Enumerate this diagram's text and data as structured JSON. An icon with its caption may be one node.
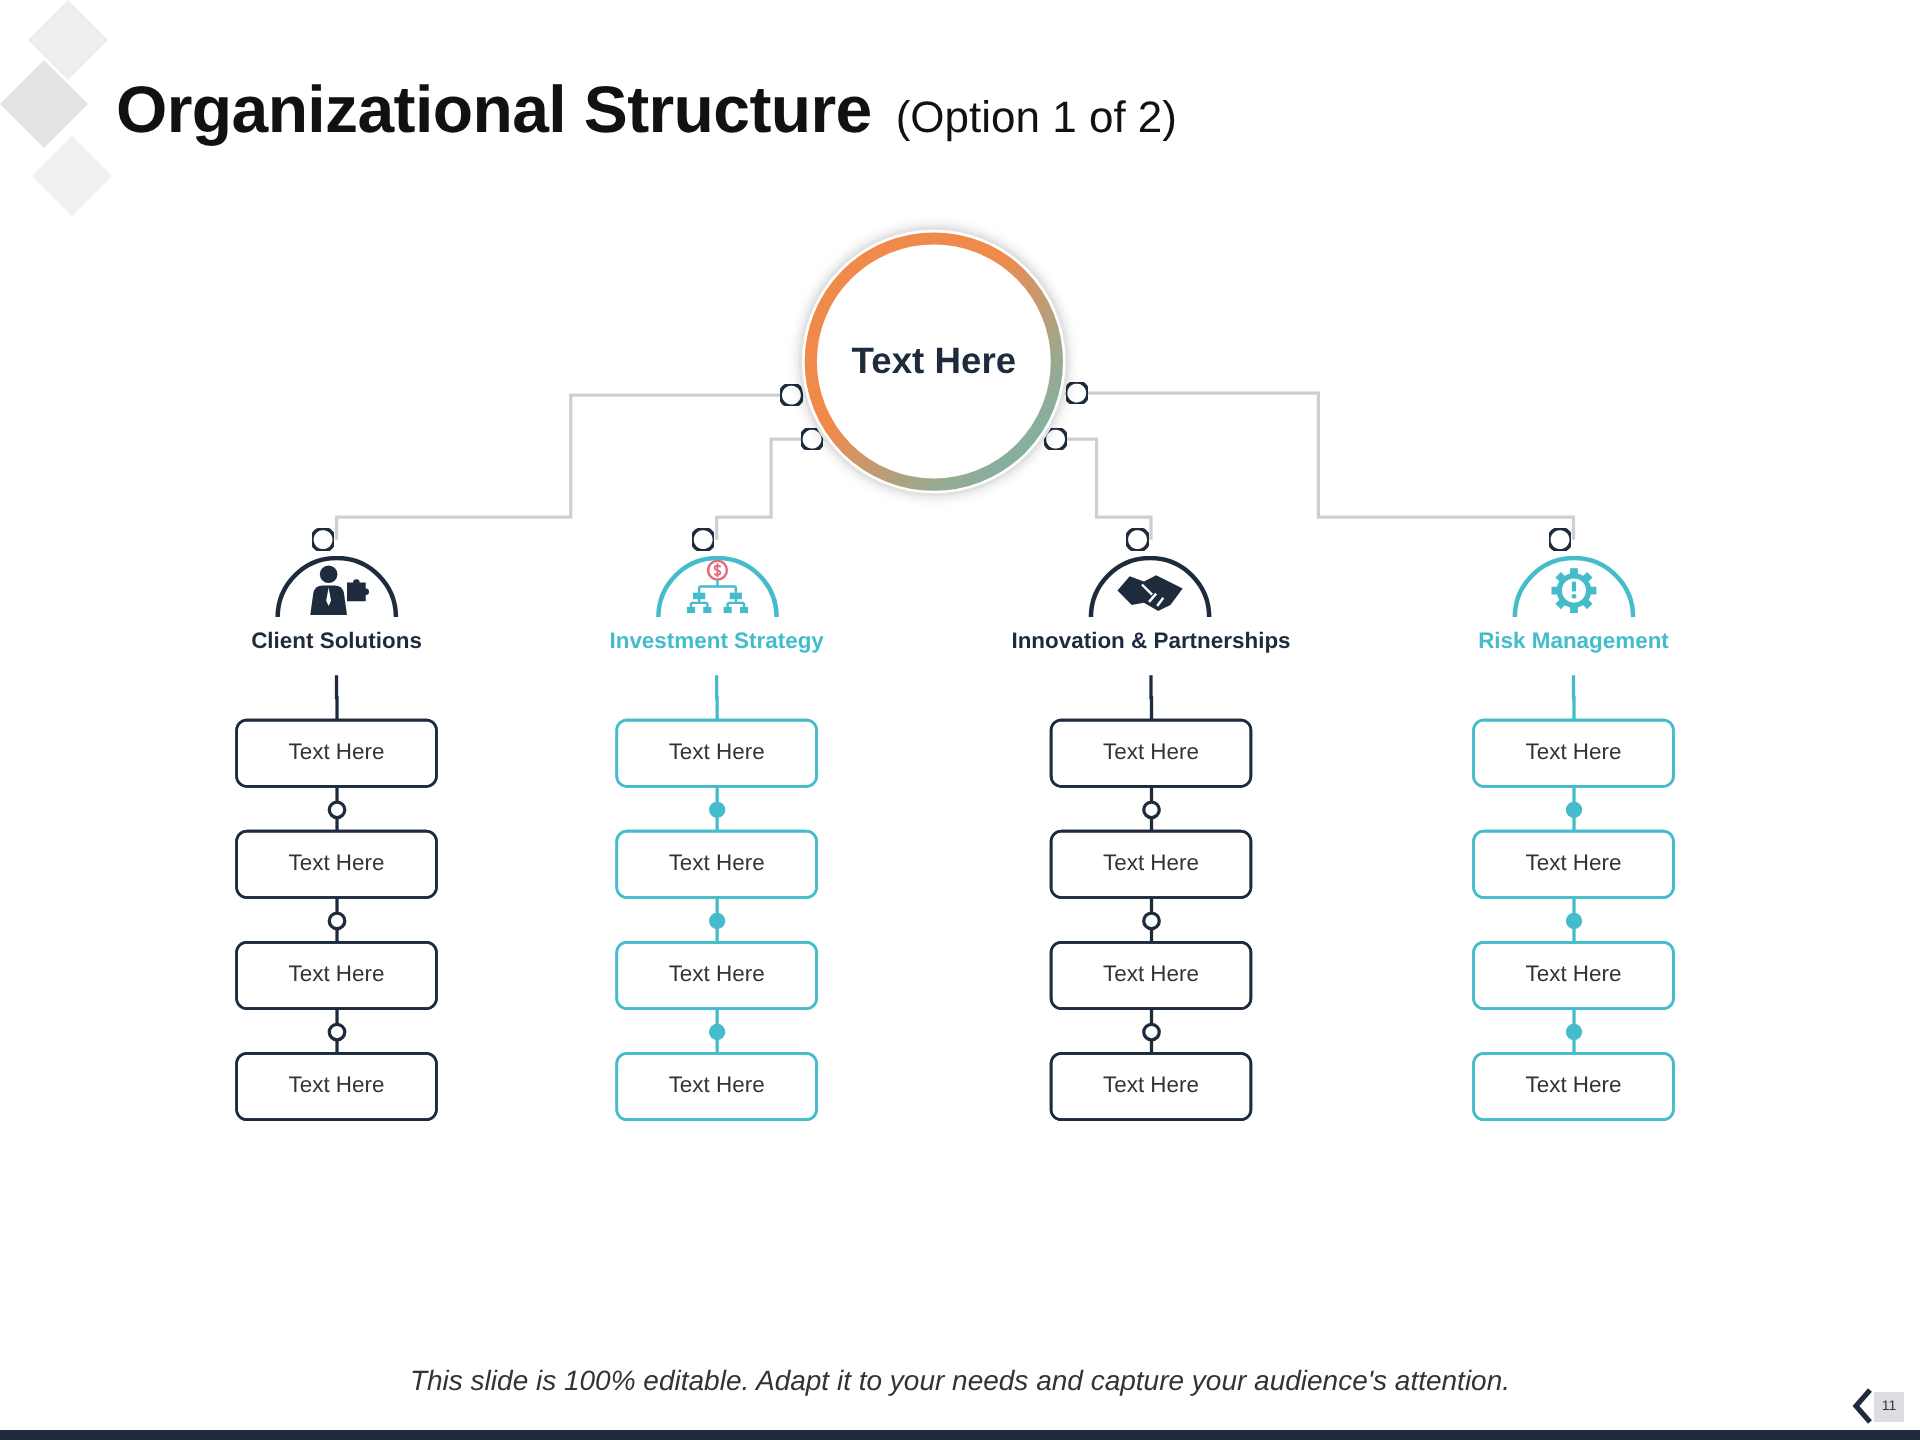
{
  "diagram": {
    "title": "Organizational Structure",
    "caption": "This slide is 100% editable.  Adapt it to your needs and capture your audience's attention.",
    "nodes": [
      {
        "text": [
          "Text Here"
        ]
      },
      {
        "text": [
          "Client Solutions"
        ]
      },
      {
        "text": [
          "Text Here"
        ]
      },
      {
        "text": [
          "Text Here"
        ]
      },
      {
        "text": [
          "Text Here"
        ]
      },
      {
        "text": [
          "Text Here"
        ]
      },
      {
        "text": [
          "Investment Strategy"
        ]
      },
      {
        "text": [
          "Text Here"
        ]
      },
      {
        "text": [
          "Text Here"
        ]
      },
      {
        "text": [
          "Text Here"
        ]
      },
      {
        "text": [
          "Text Here"
        ]
      },
      {
        "text": [
          "Innovation & Partnerships"
        ]
      },
      {
        "text": [
          "Text Here"
        ]
      },
      {
        "text": [
          "Text Here"
        ]
      },
      {
        "text": [
          "Text Here"
        ]
      },
      {
        "text": [
          "Text Here"
        ]
      },
      {
        "text": [
          "Risk Management"
        ]
      },
      {
        "text": [
          "Text Here"
        ]
      },
      {
        "text": [
          "Text Here"
        ]
      },
      {
        "text": [
          "Text Here"
        ]
      },
      {
        "text": [
          "Text Here"
        ]
      }
    ],
    "edges": [
      {
        "from": 0,
        "to": 1,
        "arrow": "other",
        "color": "#cfcfcf"
      },
      {
        "from": 1,
        "to": 2,
        "arrow": "none"
      },
      {
        "from": 2,
        "to": 3,
        "arrow": "none"
      },
      {
        "from": 3,
        "to": 4,
        "arrow": "none"
      },
      {
        "from": 4,
        "to": 5,
        "arrow": "none"
      },
      {
        "from": 0,
        "to": 6,
        "arrow": "other",
        "color": "#cfcfcf"
      },
      {
        "from": 6,
        "to": 7,
        "arrow": "none",
        "color": "#45bccb"
      },
      {
        "from": 7,
        "to": 8,
        "arrow": "none",
        "color": "#45bccb"
      },
      {
        "from": 8,
        "to": 9,
        "arrow": "none",
        "color": "#45bccb"
      },
      {
        "from": 9,
        "to": 10,
        "arrow": "none",
        "color": "#45bccb"
      },
      {
        "from": 0,
        "to": 11,
        "arrow": "other",
        "color": "#cfcfcf"
      },
      {
        "from": 11,
        "to": 12,
        "arrow": "none"
      },
      {
        "from": 12,
        "to": 13,
        "arrow": "none"
      },
      {
        "from": 13,
        "to": 14,
        "arrow": "none"
      },
      {
        "from": 14,
        "to": 15,
        "arrow": "none"
      },
      {
        "from": 0,
        "to": 16,
        "arrow": "other",
        "color": "#cfcfcf"
      },
      {
        "from": 16,
        "to": 17,
        "arrow": "none",
        "color": "#45bccb"
      },
      {
        "from": 17,
        "to": 18,
        "arrow": "none",
        "color": "#45bccb"
      },
      {
        "from": 18,
        "to": 19,
        "arrow": "none",
        "color": "#45bccb"
      },
      {
        "from": 19,
        "to": 20,
        "arrow": "none",
        "color": "#45bccb"
      }
    ],
    "labels": [
      "(Option 1 of 2)",
      "11"
    ]
  }
}
